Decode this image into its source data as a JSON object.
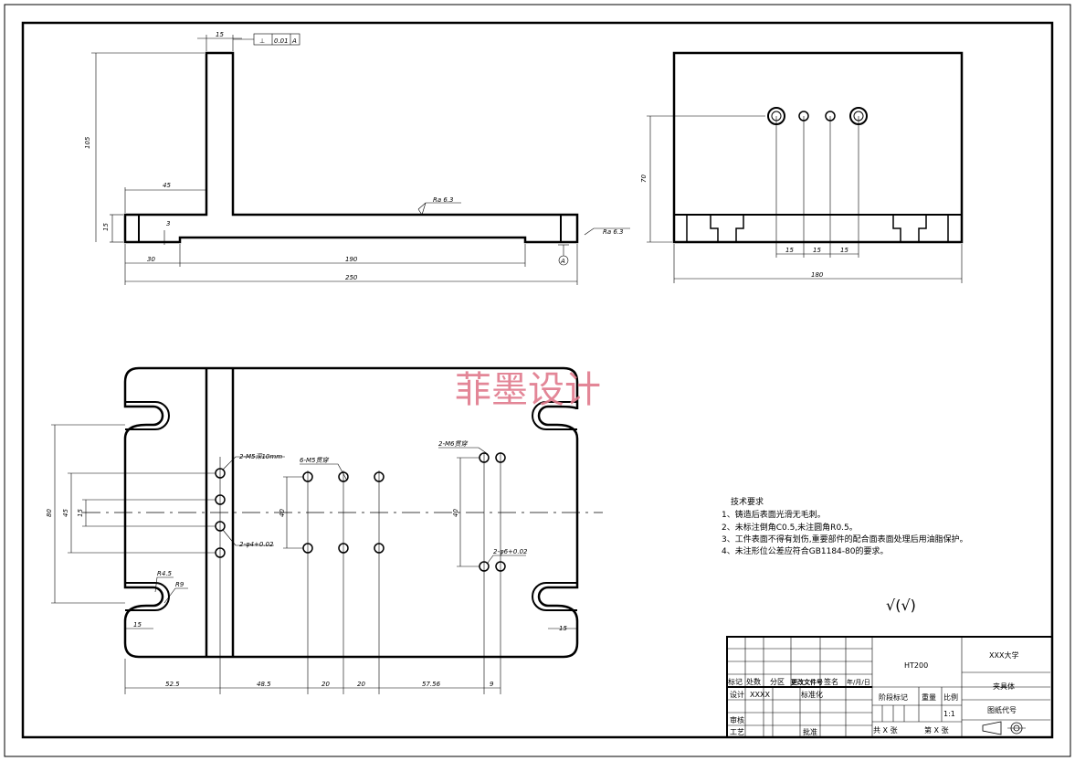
{
  "watermark": "菲墨设计",
  "colors": {
    "line": "#000000",
    "watermark": "#e07a8c"
  },
  "front_view": {
    "dims": {
      "top_width": "15",
      "height": "105",
      "left_offset": "45",
      "base_thickness": "15",
      "step": "3",
      "left_start": "30",
      "mid_length": "190",
      "total_length": "250"
    },
    "roughness_1": "Ra 6.3",
    "roughness_2": "Ra 6.3",
    "tolerance_symbol": "⊥",
    "tolerance_value": "0.01",
    "datum": "A"
  },
  "side_view": {
    "dims": {
      "height": "70",
      "pitch_1": "15",
      "pitch_2": "15",
      "pitch_3": "15",
      "width": "180"
    }
  },
  "top_view": {
    "callouts": {
      "c1": "2-M5深10mm",
      "c2": "6-M5贯穿",
      "c3": "2-M6贯穿",
      "c4": "2-φ4+0.02",
      "c5": "2-φ6+0.02",
      "r1": "R4.5",
      "r2": "R9"
    },
    "dims": {
      "v_total": "80",
      "v_mid": "45",
      "v_small": "15",
      "v_center": "40",
      "v_center2": "40",
      "slot_left": "15",
      "slot_right": "15",
      "b1": "52.5",
      "b2": "48.5",
      "b3": "20",
      "b4": "20",
      "b5": "57.56",
      "b6": "9"
    }
  },
  "technical_requirements": {
    "title": "技术要求",
    "items": [
      "1、铸造后表面光滑无毛刺。",
      "2、未标注倒角C0.5,未注圆角R0.5。",
      "3、工件表面不得有划伤,重要部件的配合面表面处理后用油脂保护。",
      "4、未注形位公差应符合GB1184-80的要求。"
    ]
  },
  "roughness_symbol": "√(√)",
  "title_block": {
    "material": "HT200",
    "school": "XXX大学",
    "part_name": "夹具体",
    "drawing_no": "图纸代号",
    "labels": {
      "mark": "标记",
      "count": "处数",
      "zone": "分区",
      "change_doc": "更改文件号",
      "sign": "签名",
      "date": "年/月/日",
      "design": "设计",
      "designer": "XXXX",
      "standard": "标准化",
      "stage": "阶段标记",
      "weight": "重量",
      "scale": "比例",
      "scale_value": "1:1",
      "review": "审核",
      "process": "工艺",
      "approve": "批准",
      "total_sheets": "共  X  张",
      "sheet_no": "第  X  张"
    }
  }
}
